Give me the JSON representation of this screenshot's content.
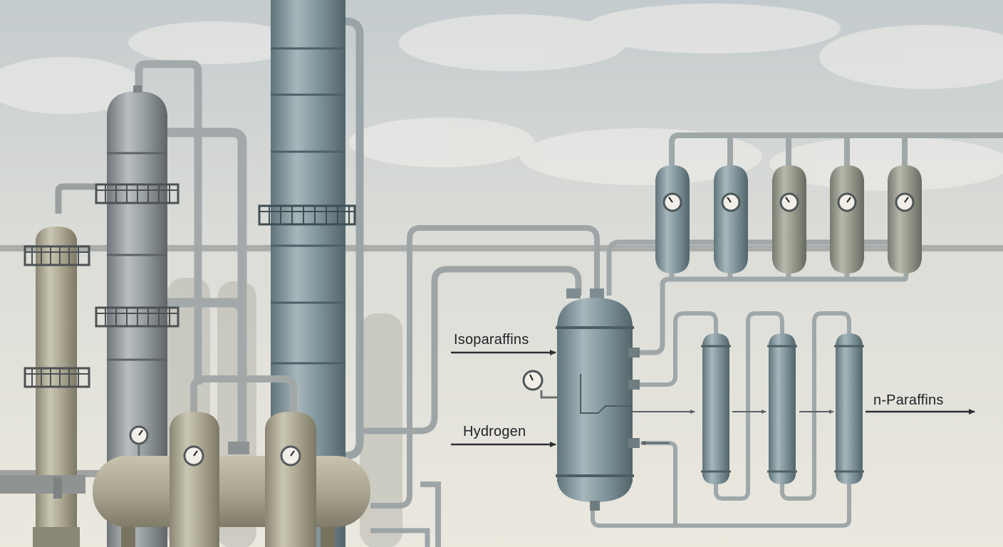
{
  "diagram": {
    "labels": {
      "isoparaffins": "Isoparaffins",
      "hydrogen": "Hydrogen",
      "n_paraffins": "n-Paraffins"
    },
    "colors": {
      "sky_top": "#c9cfd2",
      "sky_bottom": "#ebe8de",
      "steel_blue": "#7d9199",
      "steel_grey": "#8f9596",
      "khaki": "#a9a590",
      "pipe": "#9aa2a4",
      "arrow": "#2b2f33"
    },
    "separator_vessel_count": 5,
    "reactor_column_count": 3
  }
}
